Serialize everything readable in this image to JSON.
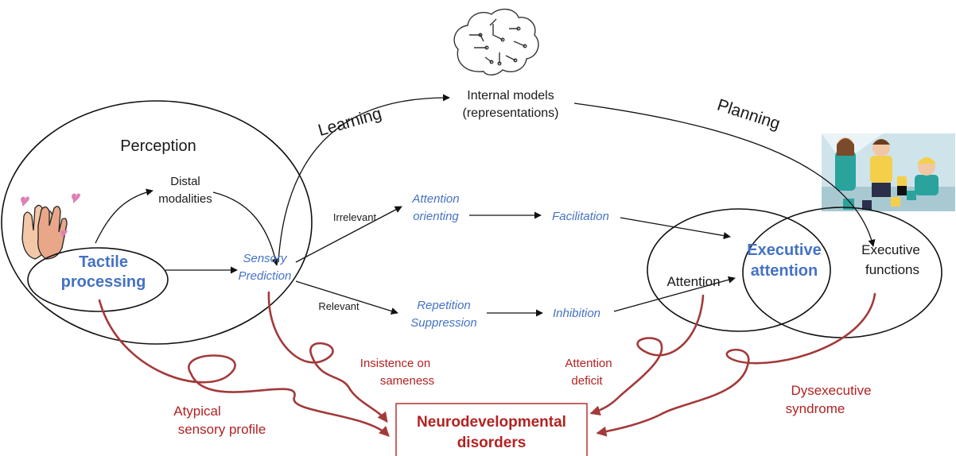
{
  "labels": {
    "learning": "Learning",
    "planning": "Planning",
    "internal_models_1": "Internal models",
    "internal_models_2": "(representations)",
    "perception": "Perception",
    "distal_1": "Distal",
    "distal_2": "modalities",
    "tactile_1": "Tactile",
    "tactile_2": "processing",
    "sensory_1": "Sensory",
    "sensory_2": "Prediction",
    "irrelevant": "Irrelevant",
    "relevant": "Relevant",
    "attention_orienting_1": "Attention",
    "attention_orienting_2": "orienting",
    "facilitation": "Facilitation",
    "repetition_1": "Repetition",
    "repetition_2": "Suppression",
    "inhibition": "Inhibition",
    "attention": "Attention",
    "executive_attention_1": "Executive",
    "executive_attention_2": "attention",
    "executive_functions_1": "Executive",
    "executive_functions_2": "functions",
    "insistence_1": "Insistence on",
    "insistence_2": "sameness",
    "attention_deficit_1": "Attention",
    "attention_deficit_2": "deficit",
    "atypical_1": "Atypical",
    "atypical_2": "sensory profile",
    "dysexecutive_1": "Dysexecutive",
    "dysexecutive_2": "syndrome",
    "neuro_1": "Neurodevelopmental",
    "neuro_2": "disorders"
  },
  "colors": {
    "blue": "#4472c4",
    "red": "#b22222",
    "swirl": "#a33a3a",
    "black": "#111111"
  },
  "icons": [
    "brain-circuit-icon",
    "hands-icon",
    "children-playing-icon"
  ]
}
